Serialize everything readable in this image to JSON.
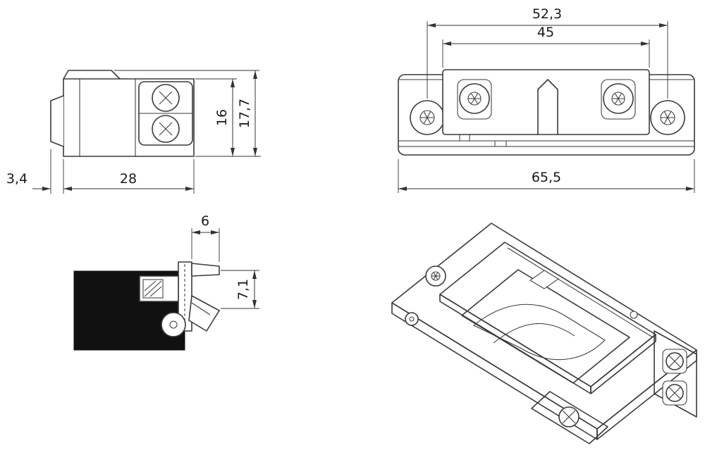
{
  "colors": {
    "line": "#3a3a3a",
    "dimension": "#333333",
    "section_fill": "#111111",
    "background": "#ffffff"
  },
  "dims": {
    "latch_offset": "3,4",
    "body_depth": "28",
    "inner_height": "16",
    "overall_height": "17,7",
    "fixing_centers": "52,3",
    "body_length": "45",
    "faceplate_length": "65,5",
    "flange_width": "6",
    "lip_height": "7,1"
  }
}
